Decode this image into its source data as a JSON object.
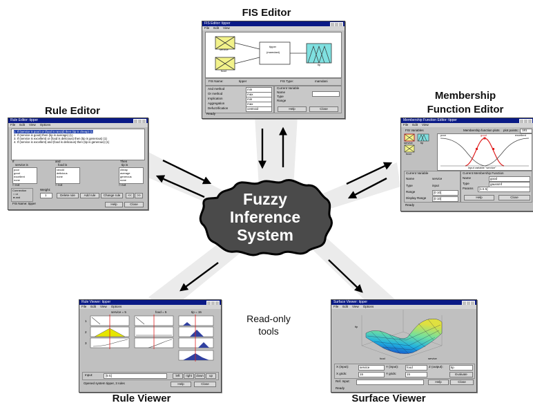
{
  "center": {
    "line1": "Fuzzy",
    "line2": "Inference",
    "line3": "System"
  },
  "fis_editor": {
    "title": "FIS Editor",
    "win_title": "FIS Editor: tipper",
    "menu": [
      "File",
      "Edit",
      "View"
    ],
    "input1": "service",
    "input2": "food",
    "system_name": "tipper",
    "system_type": "(mamdani)",
    "output": "tip",
    "fis_name_label": "FIS Name:",
    "fis_name": "tipper",
    "fis_type_label": "FIS Type:",
    "fis_type": "mamdani",
    "and_method": "And method",
    "or_method": "Or method",
    "implication": "Implication",
    "aggregation": "Aggregation",
    "defuzz": "Defuzzification",
    "and_val": "min",
    "or_val": "max",
    "imp_val": "min",
    "agg_val": "max",
    "def_val": "centroid",
    "current_variable": "Current Variable",
    "name": "Name",
    "type": "Type",
    "range": "Range",
    "help": "Help",
    "close": "Close",
    "status": "Ready"
  },
  "rule_editor": {
    "title": "Rule Editor",
    "win_title": "Rule Editor: tipper",
    "menu": [
      "File",
      "Edit",
      "View",
      "Options"
    ],
    "rules": [
      "1. If (service is poor) or (food is rancid) then (tip is cheap) (1)",
      "2. If (service is good) then (tip is average) (1)",
      "3. If (service is excellent) or (food is delicious) then (tip is generous) (1)",
      "4. If (service is excellent) and (food is delicious) then (tip is generous) (1)"
    ],
    "if_label": "If",
    "and_label": "and",
    "then_label": "Then",
    "var1": "service is",
    "var2": "food is",
    "var3": "tip is",
    "list1": [
      "poor",
      "good",
      "excellent",
      "none"
    ],
    "list2": [
      "rancid",
      "delicious",
      "none"
    ],
    "list3": [
      "cheap",
      "average",
      "generous",
      "none"
    ],
    "not_label": "not",
    "connection": "Connection",
    "or": "or",
    "and": "and",
    "weight": "Weight:",
    "weight_val": "1",
    "delete_rule": "Delete rule",
    "add_rule": "Add rule",
    "change_rule": "Change rule",
    "status": "FIS Name: tipper",
    "help": "Help",
    "close": "Close"
  },
  "mf_editor": {
    "title1": "Membership",
    "title2": "Function Editor",
    "win_title": "Membership Function Editor: tipper",
    "menu": [
      "File",
      "Edit",
      "View"
    ],
    "fis_variables": "FIS Variables",
    "mf_plots": "Membership function plots",
    "plot_points": "plot points:",
    "plot_points_val": "181",
    "service": "service",
    "food": "food",
    "tip": "tip",
    "poor": "poor",
    "good": "good",
    "excellent": "excellent",
    "axis_label": "input variable \"service\"",
    "current_variable": "Current Variable",
    "current_mf": "Current Membership Function",
    "name": "Name",
    "type": "Type",
    "range": "Range",
    "display_range": "Display Range",
    "params": "Params",
    "var_name": "service",
    "var_type": "input",
    "var_range": "[0 10]",
    "var_disp": "[0 10]",
    "mf_name": "good",
    "mf_type": "gaussmf",
    "mf_params": "[1.5 5]",
    "help": "Help",
    "close": "Close",
    "status": "Ready"
  },
  "rule_viewer": {
    "title": "Rule Viewer",
    "win_title": "Rule Viewer: tipper",
    "menu": [
      "File",
      "Edit",
      "View",
      "Options"
    ],
    "col1": "service = 5",
    "col2": "food = 5",
    "col3": "tip = 15",
    "rows": [
      "1",
      "2",
      "3"
    ],
    "input_label": "Input:",
    "input_val": "[5 5]",
    "left": "left",
    "right": "right",
    "down": "down",
    "up": "up",
    "status": "Opened system tipper, 3 rules",
    "help": "Help",
    "close": "Close"
  },
  "surface_viewer": {
    "title": "Surface Viewer",
    "win_title": "Surface Viewer: tipper",
    "menu": [
      "File",
      "Edit",
      "View",
      "Options"
    ],
    "z_axis": "tip",
    "x_axis": "service",
    "y_axis": "food",
    "x_input_label": "X (input):",
    "x_input": "service",
    "y_input_label": "Y (input):",
    "y_input": "food",
    "z_output_label": "Z (output):",
    "z_output": "tip",
    "x_grids_label": "X grids:",
    "x_grids": "15",
    "y_grids_label": "Y grids:",
    "y_grids": "15",
    "evaluate": "Evaluate",
    "ref_input": "Ref. Input:",
    "help": "Help",
    "close": "Close",
    "status": "Ready"
  },
  "readonly": {
    "line1": "Read-only",
    "line2": "tools"
  },
  "colors": {
    "fis_blob": "#4a4a4a",
    "input_mf": "#f2f28a",
    "output_mf": "#7fe0e0",
    "title_bar": "#0a1a86",
    "ray": "#e8e8e8"
  }
}
